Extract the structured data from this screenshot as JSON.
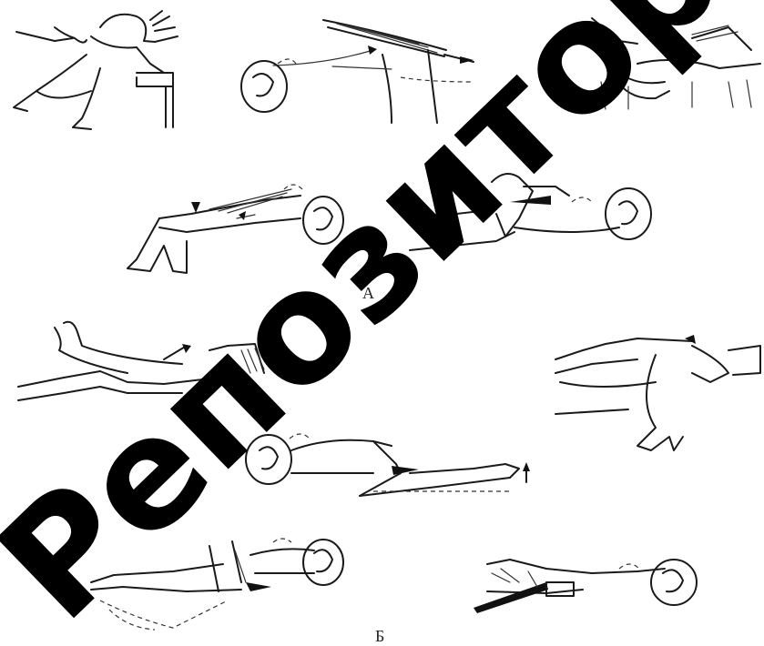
{
  "labels": {
    "panel_a": "А",
    "panel_b": "Б"
  },
  "watermark": {
    "text": "Репозиторий",
    "color": "#000000"
  },
  "colors": {
    "ink": "#1a1a1a",
    "background": "#ffffff"
  }
}
